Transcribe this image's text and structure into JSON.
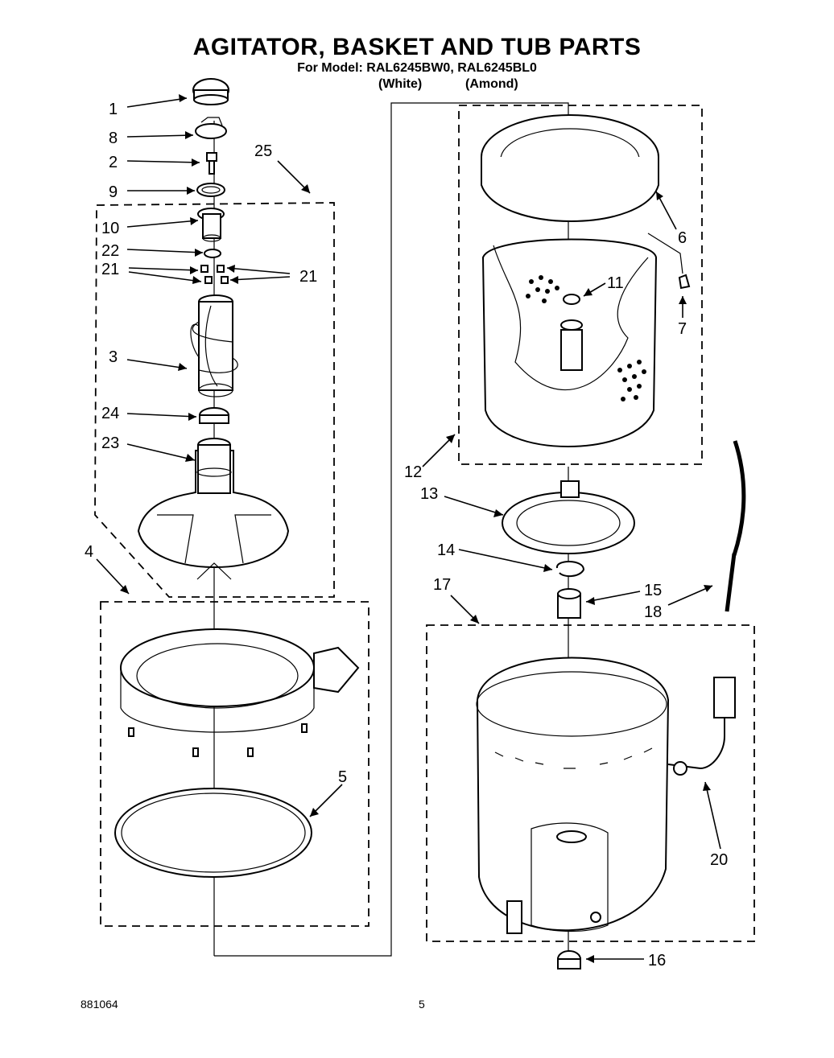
{
  "title": "AGITATOR, BASKET AND TUB PARTS",
  "model_line": "For Model: RAL6245BW0, RAL6245BL0",
  "variants": {
    "white": "(White)",
    "almond": "(Amond)"
  },
  "footer": {
    "code": "881064",
    "page": "5"
  },
  "callouts": [
    "1",
    "8",
    "2",
    "9",
    "25",
    "10",
    "22",
    "21",
    "21",
    "3",
    "24",
    "23",
    "4",
    "5",
    "6",
    "11",
    "7",
    "12",
    "13",
    "14",
    "15",
    "17",
    "18",
    "20",
    "16"
  ]
}
